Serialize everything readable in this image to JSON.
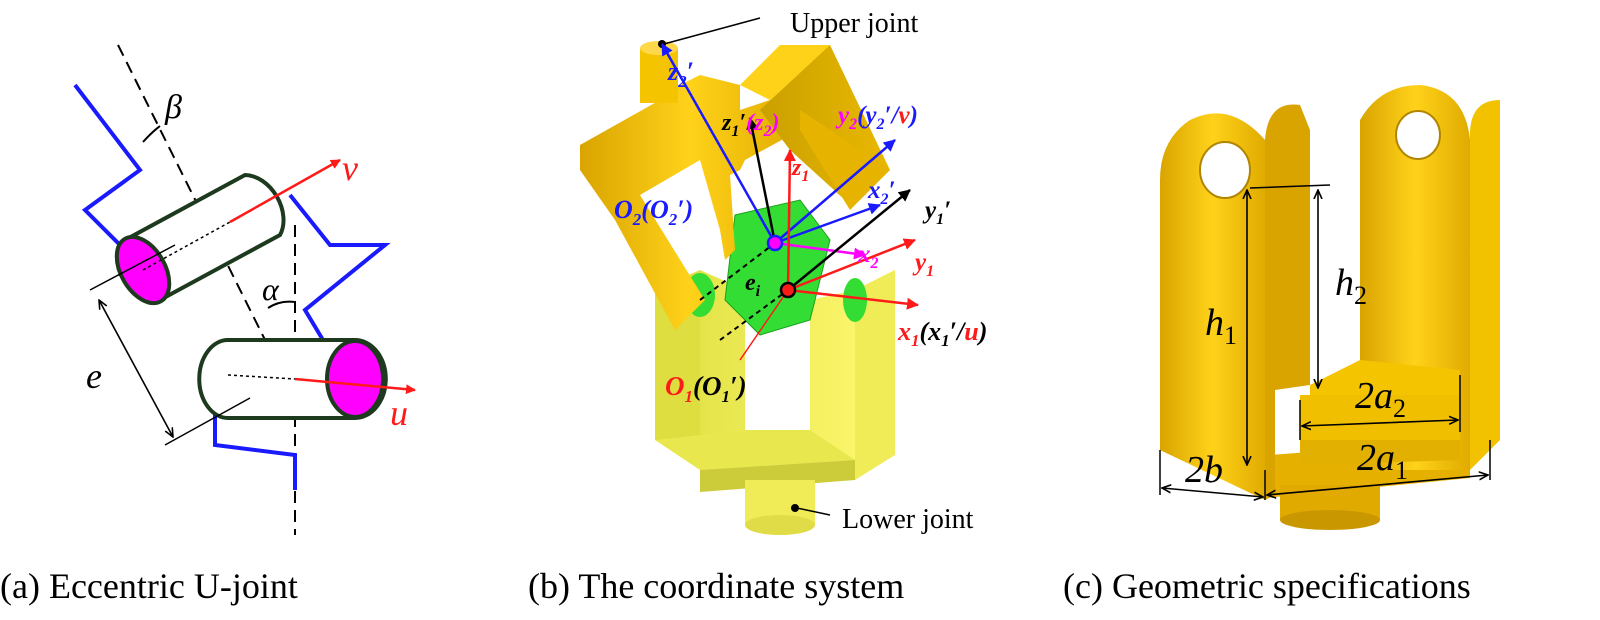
{
  "panel_a": {
    "caption": "(a) Eccentric U-joint",
    "alpha": "α",
    "beta": "β",
    "e": "e",
    "u": "u",
    "v": "v"
  },
  "panel_b": {
    "caption": "(b) The coordinate system",
    "upper_joint": "Upper joint",
    "lower_joint": "Lower joint",
    "z2p": {
      "a": "z",
      "b": "2",
      "c": "′"
    },
    "z1p_z2": {
      "a": "z",
      "b": "1",
      "c": "′",
      "d": "(z",
      "e": "2",
      "f": ")"
    },
    "z1": {
      "a": "z",
      "b": "1"
    },
    "y2": {
      "a": "y",
      "b": "2",
      "c": "(y",
      "d": "2",
      "e": "′/",
      "f": "v",
      "g": ")"
    },
    "x2p": {
      "a": "x",
      "b": "2",
      "c": "′"
    },
    "y1p": {
      "a": "y",
      "b": "1",
      "c": "′"
    },
    "O2": {
      "a": "O",
      "b": "2",
      "c": "(O",
      "d": "2",
      "e": "′)"
    },
    "x2": {
      "a": "x",
      "b": "2"
    },
    "y1": {
      "a": "y",
      "b": "1"
    },
    "ei": {
      "a": "e",
      "b": "i"
    },
    "x1": {
      "a": "x",
      "b": "1",
      "c": "(x",
      "d": "1",
      "e": "′/",
      "f": "u",
      "g": ")"
    },
    "O1": {
      "a": "O",
      "b": "1",
      "c": "(O",
      "d": "1",
      "e": "′)"
    }
  },
  "panel_c": {
    "caption": "(c) Geometric specifications",
    "h1": {
      "a": "h",
      "b": "1"
    },
    "h2": {
      "a": "h",
      "b": "2"
    },
    "a2": {
      "a": "2a",
      "b": "2"
    },
    "a1": {
      "a": "2a",
      "b": "1"
    },
    "b": "2b"
  },
  "colors": {
    "blue": "#1a1aff",
    "red": "#ff1a1a",
    "magenta": "#ff00ff",
    "green": "#33dd33",
    "gold": "#f2c200",
    "yellow": "#f3ee4a",
    "dark_green": "#1e3a1e"
  }
}
